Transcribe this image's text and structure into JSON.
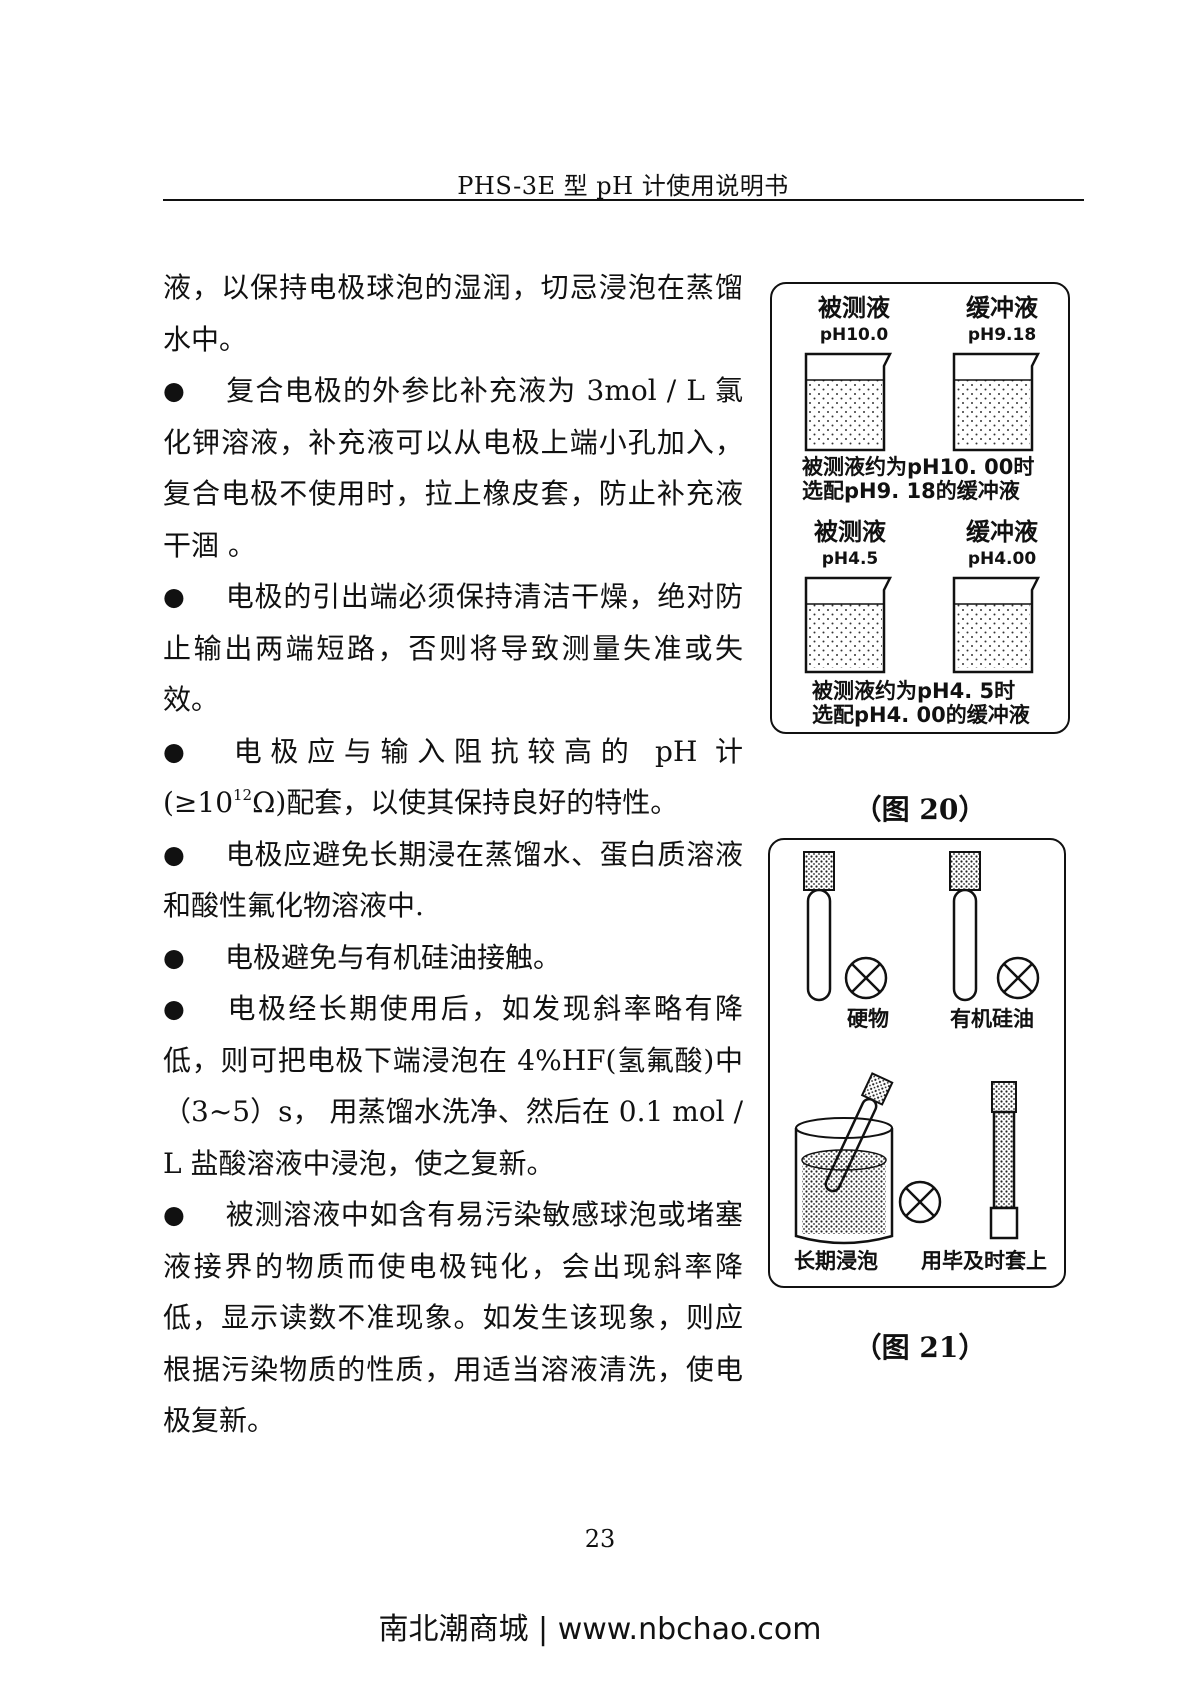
{
  "header": {
    "title": "PHS-3E 型 pH 计使用说明书"
  },
  "body": {
    "p1": "液，以保持电极球泡的湿润，切忌浸泡在蒸馏水中。",
    "p2": "复合电极的外参比补充液为 3mol / L 氯化钾溶液，补充液可以从电极上端小孔加入，复合电极不使用时，拉上橡皮套，防止补充液干涸 。",
    "p3": "电极的引出端必须保持清洁干燥，绝对防止输出两端短路，否则将导致测量失准或失效。",
    "p4_a": "电极应与输入阻抗较高的 pH 计(≥10",
    "p4_sup": "12",
    "p4_b": "Ω)配套，以使其保持良好的特性。",
    "p5": "电极应避免长期浸在蒸馏水、蛋白质溶液和酸性氟化物溶液中.",
    "p6": "电极避免与有机硅油接触。",
    "p7": "电极经长期使用后，如发现斜率略有降低，则可把电极下端浸泡在 4%HF(氢氟酸)中（3~5）s， 用蒸馏水洗净、然后在 0.1 mol / L 盐酸溶液中浸泡，使之复新。",
    "p8": "被测溶液中如含有易污染敏感球泡或堵塞液接界的物质而使电极钝化，会出现斜率降低，显示读数不准现象。如发生该现象，则应根据污染物质的性质，用适当溶液清洗，使电极复新。"
  },
  "fig20": {
    "caption": "（图 20）",
    "top_left_label": "被测液",
    "top_left_ph": "pH10.0",
    "top_right_label": "缓冲液",
    "top_right_ph": "pH9.18",
    "note1_line1": "被测液约为pH10. 00时",
    "note1_line2": "选配pH9. 18的缓冲液",
    "bottom_left_label": "被测液",
    "bottom_left_ph": "pH4.5",
    "bottom_right_label": "缓冲液",
    "bottom_right_ph": "pH4.00",
    "note2_line1": "被测液约为pH4. 5时",
    "note2_line2": "选配pH4. 00的缓冲液"
  },
  "fig21": {
    "caption": "（图 21）",
    "label_hard": "硬物",
    "label_silicone": "有机硅油",
    "label_soak": "长期浸泡",
    "label_cap": "用毕及时套上"
  },
  "page_number": "23",
  "footer": {
    "text": "南北潮商城 | www.nbchao.com"
  }
}
